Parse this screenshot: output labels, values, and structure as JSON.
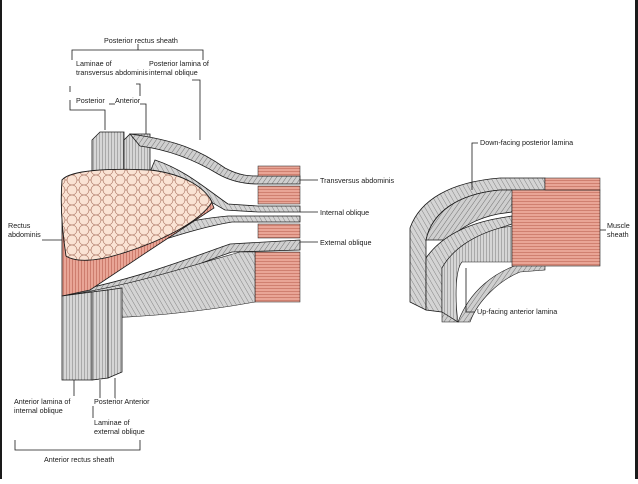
{
  "figure": {
    "left_labels": {
      "posterior_rectus_sheath": "Posterior rectus sheath",
      "laminae_transversus_line1": "Laminae of",
      "laminae_transversus_line2": "transversus abdominis",
      "posterior_lamina_internal_line1": "Posterior lamina of",
      "posterior_lamina_internal_line2": "internal oblique",
      "posterior_top": "Posterior",
      "anterior_top": "Anterior",
      "transversus_abdominis": "Transversus abdominis",
      "internal_oblique": "Internal oblique",
      "external_oblique": "External oblique",
      "rectus_line1": "Rectus",
      "rectus_line2": "abdominis",
      "anterior_lamina_line1": "Anterior lamina of",
      "anterior_lamina_line2": "internal oblique",
      "posterior_anterior_bottom": "Posterior Anterior",
      "laminae_external_line1": "Laminae of",
      "laminae_external_line2": "external oblique",
      "anterior_rectus_sheath": "Anterior rectus sheath"
    },
    "right_labels": {
      "down_facing_posterior_lamina": "Down-facing posterior lamina",
      "up_facing_anterior_lamina": "Up-facing anterior lamina",
      "muscle_line1": "Muscle",
      "muscle_line2": "sheath"
    },
    "colors": {
      "muscle": "#e8a090",
      "muscle_dark": "#c06a5c",
      "fibre_fill": "#f7dccb",
      "sheath_grey": "#b8b8b8",
      "sheath_dark": "#6e6e6e",
      "line": "#1a1a1a"
    }
  }
}
